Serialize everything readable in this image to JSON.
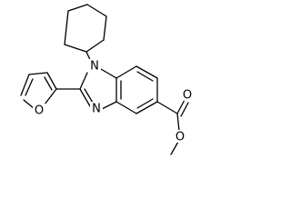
{
  "molecule": {
    "atoms": {
      "n1": "N",
      "n3": "N",
      "o_furan": "O",
      "o_carbonyl": "O",
      "o_ester": "O"
    }
  }
}
